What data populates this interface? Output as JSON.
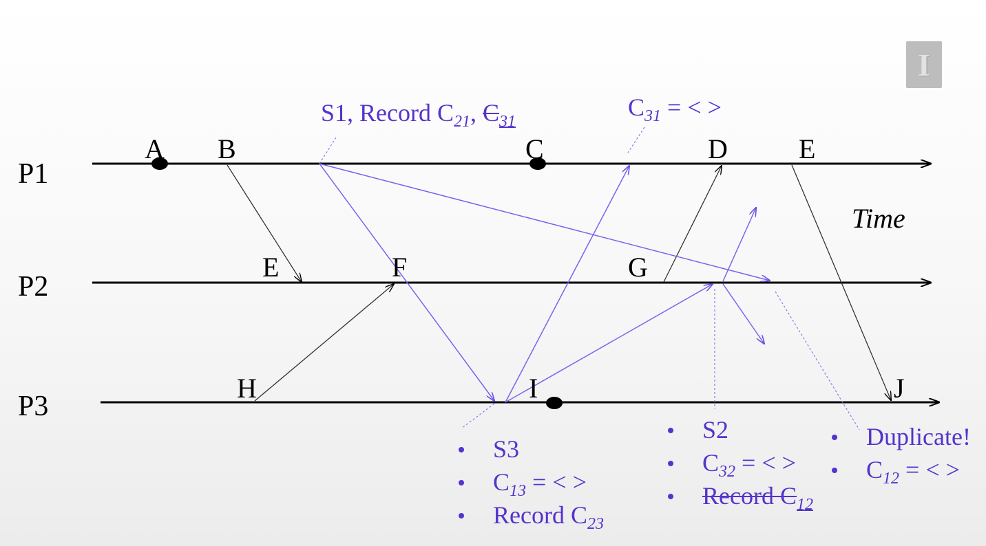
{
  "logo": {
    "glyph": "I"
  },
  "processes": [
    "P1",
    "P2",
    "P3"
  ],
  "time_label": "Time",
  "events": {
    "p1": [
      "A",
      "B",
      "C",
      "D",
      "E"
    ],
    "p2": [
      "E",
      "F",
      "G"
    ],
    "p3": [
      "H",
      "I",
      "J"
    ]
  },
  "notes": {
    "s1": {
      "prefix": "S1, Record C",
      "c21_sub": "21",
      "sep": ",",
      "c31": "C",
      "c31_sub": "31"
    },
    "c31_top": {
      "c": "C",
      "sub": "31",
      "rest": " = < >"
    },
    "s3": {
      "l1": "S3",
      "l2": {
        "c": "C",
        "sub": "13",
        "rest": " = < >"
      },
      "l3": {
        "c": "Record C",
        "sub": "23"
      }
    },
    "s2": {
      "l1": "S2",
      "l2": {
        "c": "C",
        "sub": "32",
        "rest": " = < >"
      },
      "l3": {
        "c": "Record C",
        "sub": "12"
      }
    },
    "dup": {
      "l1": "Duplicate!",
      "l2": {
        "c": "C",
        "sub": "12",
        "rest": " = < >"
      }
    }
  },
  "colors": {
    "marker": "#5533cc",
    "black": "#000000"
  }
}
